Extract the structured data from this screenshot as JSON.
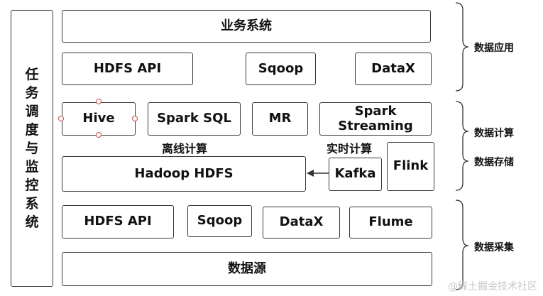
{
  "sidebar": {
    "title_chars": [
      "任",
      "务",
      "调",
      "度",
      "与",
      "监",
      "控",
      "系",
      "统"
    ]
  },
  "apps": {
    "business_system": "业务系统",
    "hdfs_api": "HDFS API",
    "sqoop": "Sqoop",
    "datax": "DataX"
  },
  "compute": {
    "hive": "Hive",
    "spark_sql": "Spark SQL",
    "mr": "MR",
    "spark_streaming": "Spark\nStreaming",
    "offline_label": "离线计算",
    "realtime_label": "实时计算"
  },
  "storage": {
    "hadoop_hdfs": "Hadoop HDFS",
    "kafka": "Kafka",
    "flink": "Flink"
  },
  "collect": {
    "hdfs_api": "HDFS API",
    "sqoop": "Sqoop",
    "datax": "DataX",
    "flume": "Flume"
  },
  "source": {
    "data_source": "数据源"
  },
  "layers": {
    "data_application": "数据应用",
    "data_compute": "数据计算",
    "data_storage": "数据存储",
    "data_collection": "数据采集"
  },
  "watermark": "@稀土掘金技术社区"
}
